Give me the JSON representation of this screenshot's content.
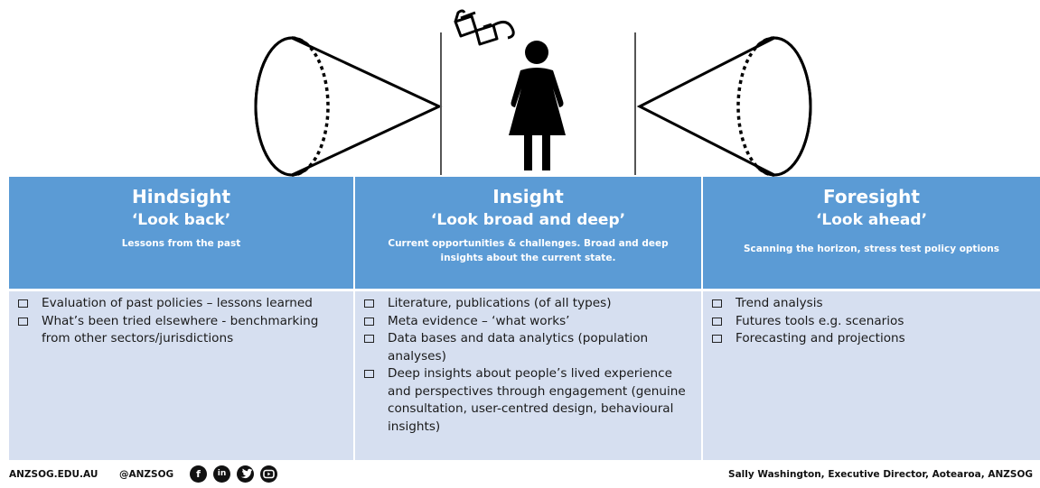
{
  "columns": [
    {
      "title": "Hindsight",
      "subtitle": "‘Look back’",
      "description": "Lessons from the past",
      "items": [
        "Evaluation of past policies – lessons learned",
        "What’s been tried elsewhere - benchmarking from other sectors/jurisdictions"
      ]
    },
    {
      "title": "Insight",
      "subtitle": "‘Look broad and deep’",
      "description": "Current opportunities & challenges. Broad and deep insights about the current state.",
      "items": [
        "Literature, publications (of all types)",
        "Meta evidence – ‘what works’",
        "Data bases and data analytics (population analyses)",
        "Deep insights about people’s lived experience and perspectives through engagement (genuine consultation, user-centred design, behavioural insights)"
      ]
    },
    {
      "title": "Foresight",
      "subtitle": "‘Look ahead’",
      "description": "Scanning the horizon, stress test policy options",
      "items": [
        "Trend analysis",
        "Futures tools e.g. scenarios",
        "Forecasting and projections"
      ]
    }
  ],
  "footer": {
    "website": "ANZSOG.EDU.AU",
    "handle": "@ANZSOG",
    "social_icons": [
      "facebook-icon",
      "linkedin-icon",
      "twitter-icon",
      "youtube-icon"
    ],
    "credit": "Sally Washington, Executive Director, Aotearoa, ANZSOG"
  },
  "colors": {
    "header_bg": "#5b9bd5",
    "body_bg": "#d6dff0",
    "header_text": "#ffffff"
  }
}
